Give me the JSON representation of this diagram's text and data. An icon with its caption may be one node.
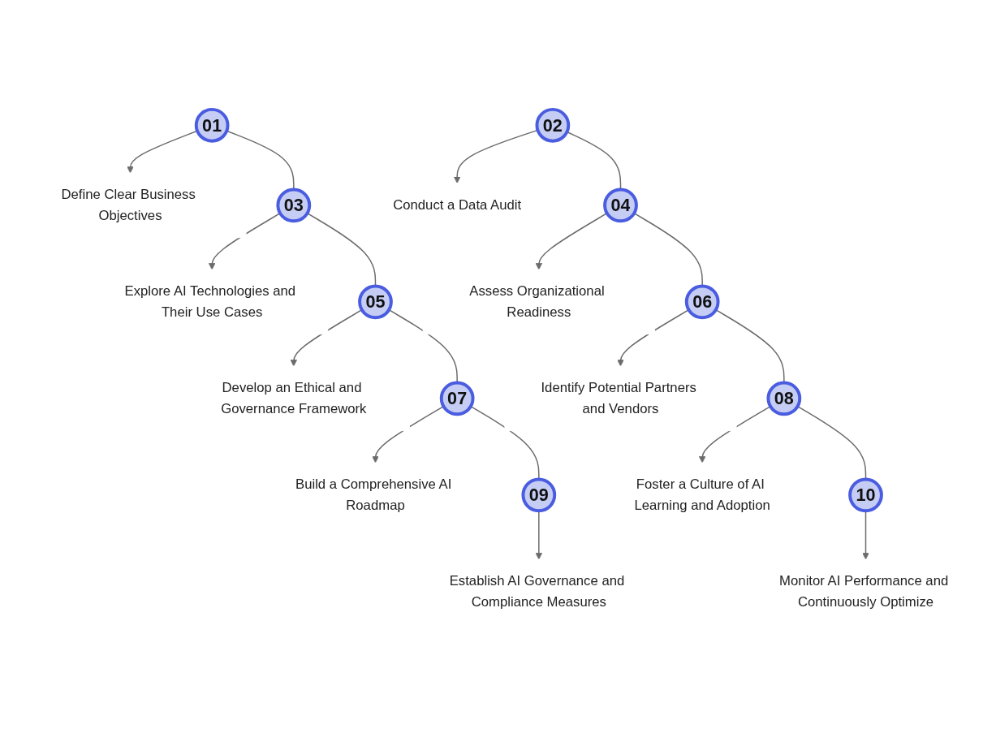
{
  "diagram": {
    "nodes": [
      {
        "text": [
          "01"
        ]
      },
      {
        "text": [
          "Define Clear Business Objectives"
        ]
      },
      {
        "text": [
          "02"
        ]
      },
      {
        "text": [
          "Conduct a Data Audit"
        ]
      },
      {
        "text": [
          "03"
        ]
      },
      {
        "text": [
          "Explore AI Technologies and Their Use Cases"
        ]
      },
      {
        "text": [
          "04"
        ]
      },
      {
        "text": [
          "Assess Organizational Readiness"
        ]
      },
      {
        "text": [
          "05"
        ]
      },
      {
        "text": [
          "Develop an Ethical and Governance Framework"
        ]
      },
      {
        "text": [
          "06"
        ]
      },
      {
        "text": [
          "Identify Potential Partners and Vendors"
        ]
      },
      {
        "text": [
          "07"
        ]
      },
      {
        "text": [
          "Build a Comprehensive AI Roadmap"
        ]
      },
      {
        "text": [
          "08"
        ]
      },
      {
        "text": [
          "Foster a Culture of AI Learning and Adoption"
        ]
      },
      {
        "text": [
          "09"
        ]
      },
      {
        "text": [
          "Establish AI Governance and Compliance Measures"
        ]
      },
      {
        "text": [
          "10"
        ]
      },
      {
        "text": [
          "Monitor AI Performance and Continuously Optimize"
        ]
      }
    ],
    "edges": [
      {
        "from": 0,
        "to": 1,
        "arrow": "to"
      },
      {
        "from": 2,
        "to": 3,
        "arrow": "to"
      },
      {
        "from": 4,
        "to": 5,
        "arrow": "to"
      },
      {
        "from": 6,
        "to": 7,
        "arrow": "to"
      },
      {
        "from": 8,
        "to": 9,
        "arrow": "to"
      },
      {
        "from": 10,
        "to": 11,
        "arrow": "to"
      },
      {
        "from": 12,
        "to": 13,
        "arrow": "to"
      },
      {
        "from": 14,
        "to": 15,
        "arrow": "to"
      },
      {
        "from": 16,
        "to": 17,
        "arrow": "to"
      },
      {
        "from": 18,
        "to": 19,
        "arrow": "to"
      },
      {
        "from": 0,
        "to": 4,
        "arrow": "none"
      },
      {
        "from": 4,
        "to": 8,
        "arrow": "none"
      },
      {
        "from": 8,
        "to": 12,
        "arrow": "none"
      },
      {
        "from": 12,
        "to": 16,
        "arrow": "none"
      },
      {
        "from": 2,
        "to": 6,
        "arrow": "none"
      },
      {
        "from": 6,
        "to": 10,
        "arrow": "none"
      },
      {
        "from": 10,
        "to": 14,
        "arrow": "none"
      },
      {
        "from": 14,
        "to": 18,
        "arrow": "none"
      }
    ]
  }
}
